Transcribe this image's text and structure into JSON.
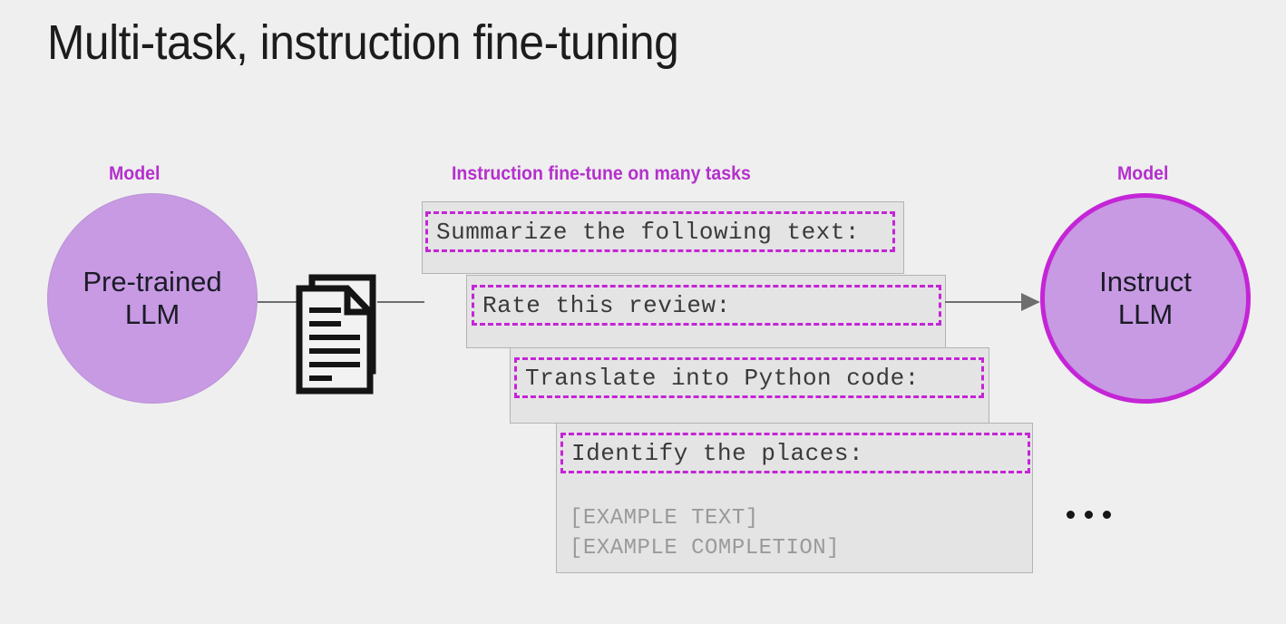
{
  "slide": {
    "title": "Multi-task, instruction fine-tuning",
    "background_color": "#efefef"
  },
  "labels": {
    "model_left": "Model",
    "center": "Instruction fine-tune on many tasks",
    "model_right": "Model",
    "accent_color": "#b430cc"
  },
  "left_model": {
    "line1": "Pre-trained",
    "line2": "LLM",
    "fill_color": "#c79ae3",
    "border_color": "#bb93d6"
  },
  "right_model": {
    "line1": "Instruct",
    "line2": "LLM",
    "fill_color": "#c79ae3",
    "border_color": "#c425d6"
  },
  "cards": [
    {
      "prompt": "Summarize the following text:"
    },
    {
      "prompt": "Rate this review:"
    },
    {
      "prompt": "Translate into Python code:"
    },
    {
      "prompt": "Identify the places:",
      "example_text": "[EXAMPLE TEXT]",
      "example_completion": "[EXAMPLE COMPLETION]"
    }
  ],
  "ellipsis": "•••"
}
